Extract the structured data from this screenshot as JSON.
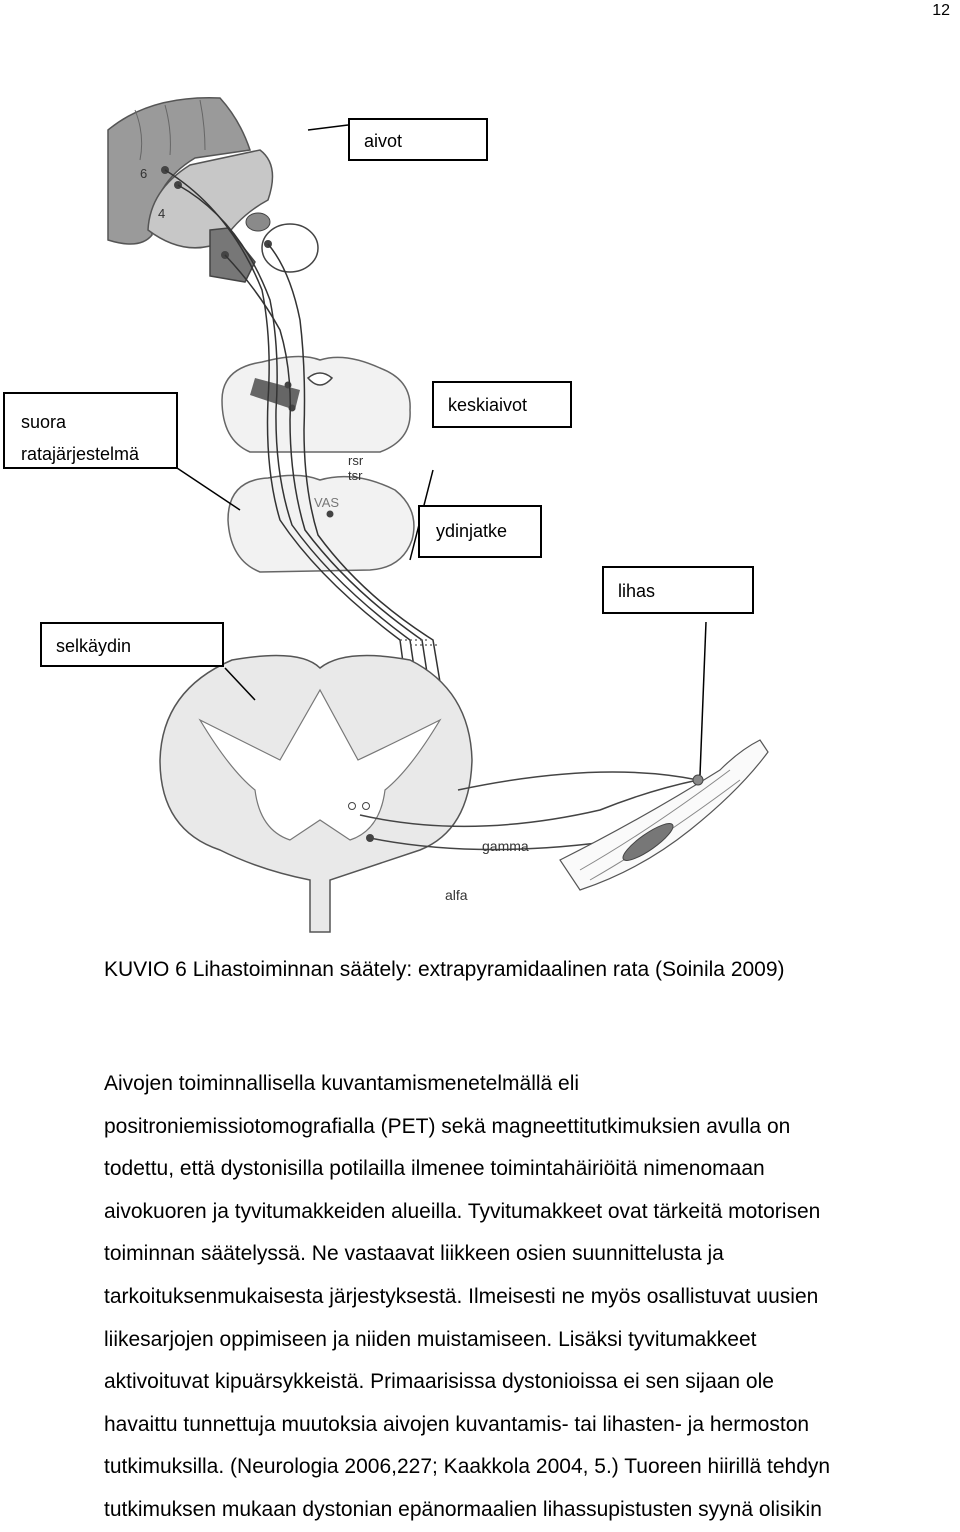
{
  "page_number": "12",
  "figure": {
    "labels": {
      "aivot": "aivot",
      "suora_1": "suora",
      "suora_2": "ratajärjestelmä",
      "keskiaivot": "keskiaivot",
      "ydinjatke": "ydinjatke",
      "lihas": "lihas",
      "selkaydin": "selkäydin"
    },
    "inner_labels": {
      "area_6": "6",
      "area_4": "4",
      "rsr": "rsr",
      "tsr": "tsr",
      "vas": "VAS",
      "gamma": "gamma",
      "alfa": "alfa"
    }
  },
  "caption": "KUVIO 6 Lihastoiminnan säätely: extrapyramidaalinen rata (Soinila 2009)",
  "body_lines": [
    "Aivojen toiminnallisella kuvantamismenetelmällä eli",
    "positroniemissiotomografialla (PET) sekä magneettitutkimuksien avulla on",
    "todettu, että dystonisilla potilailla ilmenee toimintahäiriöitä nimenomaan",
    "aivokuoren ja tyvitumakkeiden alueilla. Tyvitumakkeet ovat tärkeitä motorisen",
    "toiminnan säätelyssä. Ne vastaavat liikkeen osien suunnittelusta ja",
    "tarkoituksenmukaisesta järjestyksestä. Ilmeisesti ne myös osallistuvat uusien",
    "liikesarjojen oppimiseen ja niiden muistamiseen. Lisäksi tyvitumakkeet",
    "aktivoituvat kipuärsykkeistä. Primaarisissa dystonioissa ei sen sijaan ole",
    "havaittu tunnettuja muutoksia aivojen kuvantamis- tai lihasten- ja hermoston",
    "tutkimuksilla. (Neurologia 2006,227; Kaakkola 2004, 5.) Tuoreen hiirillä tehdyn",
    "tutkimuksen mukaan dystonian epänormaalien lihassupistusten syynä olisikin"
  ]
}
